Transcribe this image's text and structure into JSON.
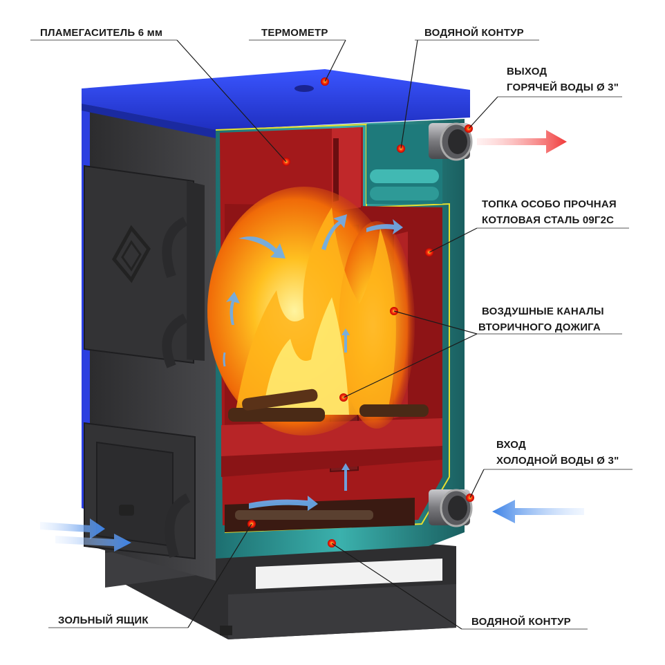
{
  "labels": {
    "flame_damper": "ПЛАМЕГАСИТЕЛЬ 6 мм",
    "thermometer": "ТЕРМОМЕТР",
    "water_jacket_top": "ВОДЯНОЙ КОНТУР",
    "hot_out_line1": "ВЫХОД",
    "hot_out_line2": "ГОРЯЧЕЙ ВОДЫ Ø 3\"",
    "firebox_line1": "ТОПКА  ОСОБО ПРОЧНАЯ",
    "firebox_line2": "КОТЛОВАЯ СТАЛЬ 09Г2С",
    "air_channels_line1": "ВОЗДУШНЫЕ КАНАЛЫ",
    "air_channels_line2": "ВТОРИЧНОГО ДОЖИГА",
    "cold_in_line1": "ВХОД",
    "cold_in_line2": "ХОЛОДНОЙ ВОДЫ Ø 3\"",
    "ash_box": "ЗОЛЬНЫЙ ЯЩИК",
    "water_jacket_bottom": "ВОДЯНОЙ КОНТУР"
  },
  "colors": {
    "top_panel": "#2b3fe0",
    "body_steel": "#3b3b3d",
    "firebox_red": "#a01a1c",
    "water_teal": "#2a8f8f",
    "fire": "#ff9a10",
    "hot_arrow": "#f04040",
    "cold_arrow": "#4a8ee8",
    "marker": "#e01010"
  }
}
